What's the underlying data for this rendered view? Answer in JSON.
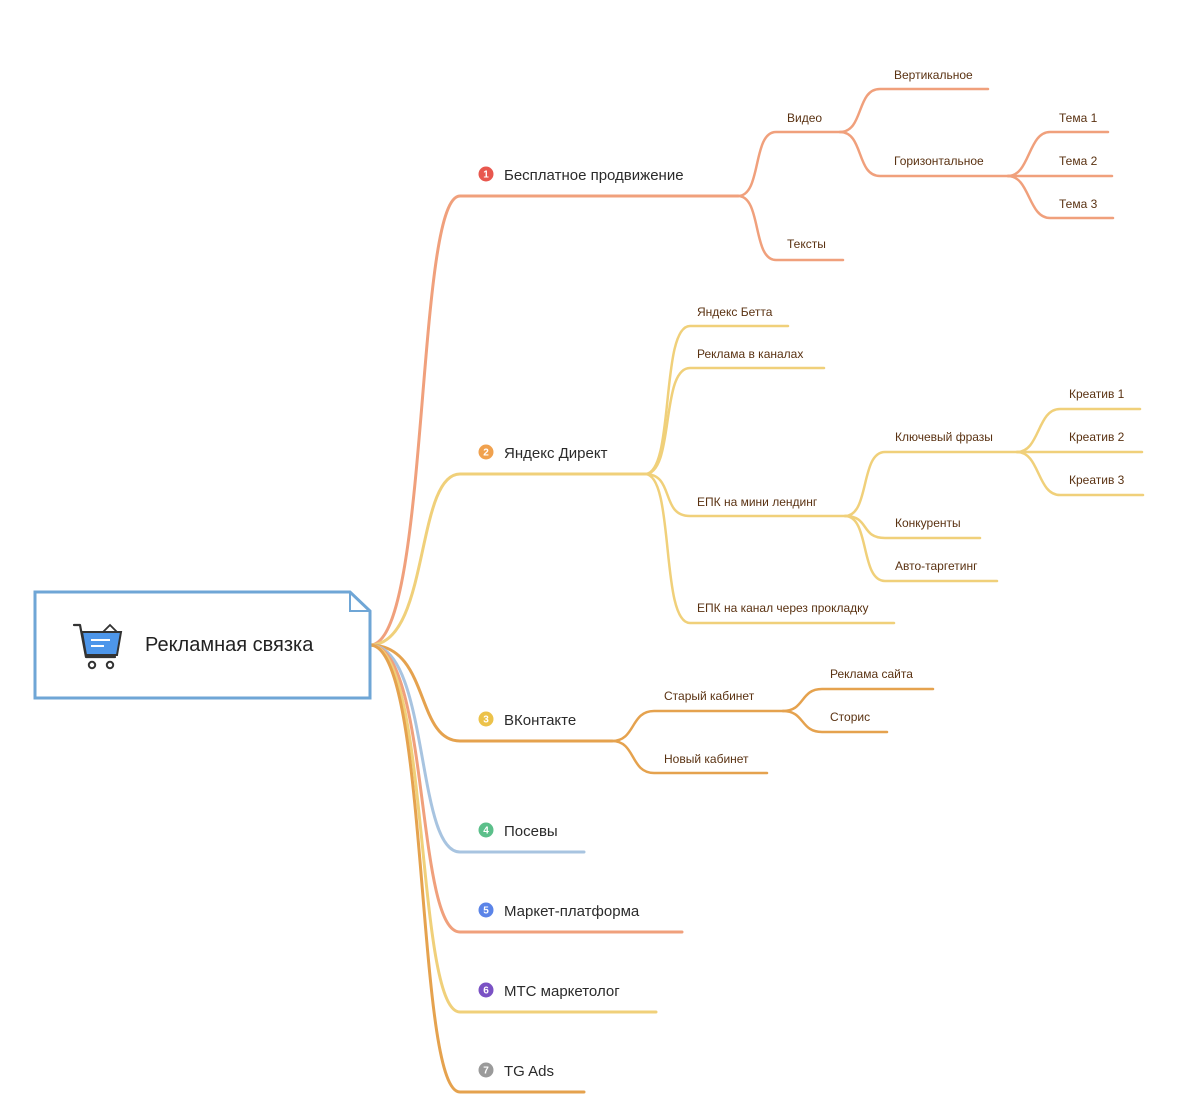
{
  "root": {
    "label": "Рекламная связка",
    "icon": "shopping-cart-icon"
  },
  "colors": {
    "salmon": "#f0a07c",
    "yellow": "#f0d07a",
    "orange": "#e5a24e",
    "blue": "#a8c4e0",
    "root_border": "#6fa6d6",
    "cart_fill": "#4d96ea"
  },
  "branches": [
    {
      "num": "1",
      "label": "Бесплатное продвижение",
      "badge_color": "#e8574e",
      "line": "salmon",
      "children": [
        {
          "label": "Видео",
          "children": [
            {
              "label": "Вертикальное",
              "children": []
            },
            {
              "label": "Горизонтальное",
              "children": [
                {
                  "label": "Тема 1"
                },
                {
                  "label": "Тема 2"
                },
                {
                  "label": "Тема 3"
                }
              ]
            }
          ]
        },
        {
          "label": "Тексты",
          "children": []
        }
      ]
    },
    {
      "num": "2",
      "label": "Яндекс Директ",
      "badge_color": "#f0a14e",
      "line": "yellow",
      "children": [
        {
          "label": "Яндекс Бетта",
          "children": []
        },
        {
          "label": "Реклама в каналах",
          "children": []
        },
        {
          "label": "ЕПК на мини лендинг",
          "children": [
            {
              "label": "Ключевый фразы",
              "children": [
                {
                  "label": "Креатив 1"
                },
                {
                  "label": "Креатив 2"
                },
                {
                  "label": "Креатив 3"
                }
              ]
            },
            {
              "label": "Конкуренты",
              "children": []
            },
            {
              "label": "Авто-таргетинг",
              "children": []
            }
          ]
        },
        {
          "label": "ЕПК на канал через прокладку",
          "children": []
        }
      ]
    },
    {
      "num": "3",
      "label": "ВКонтакте",
      "badge_color": "#ecc24a",
      "line": "orange",
      "children": [
        {
          "label": "Старый кабинет",
          "children": [
            {
              "label": "Реклама сайта"
            },
            {
              "label": "Сторис"
            }
          ]
        },
        {
          "label": "Новый кабинет",
          "children": []
        }
      ]
    },
    {
      "num": "4",
      "label": "Посевы",
      "badge_color": "#5bbf8a",
      "line": "blue",
      "children": []
    },
    {
      "num": "5",
      "label": "Маркет-платформа",
      "badge_color": "#5b84e8",
      "line": "salmon",
      "children": []
    },
    {
      "num": "6",
      "label": "МТС маркетолог",
      "badge_color": "#7a52c4",
      "line": "yellow",
      "children": []
    },
    {
      "num": "7",
      "label": "TG Ads",
      "badge_color": "#9a9a9a",
      "line": "orange",
      "children": []
    }
  ]
}
